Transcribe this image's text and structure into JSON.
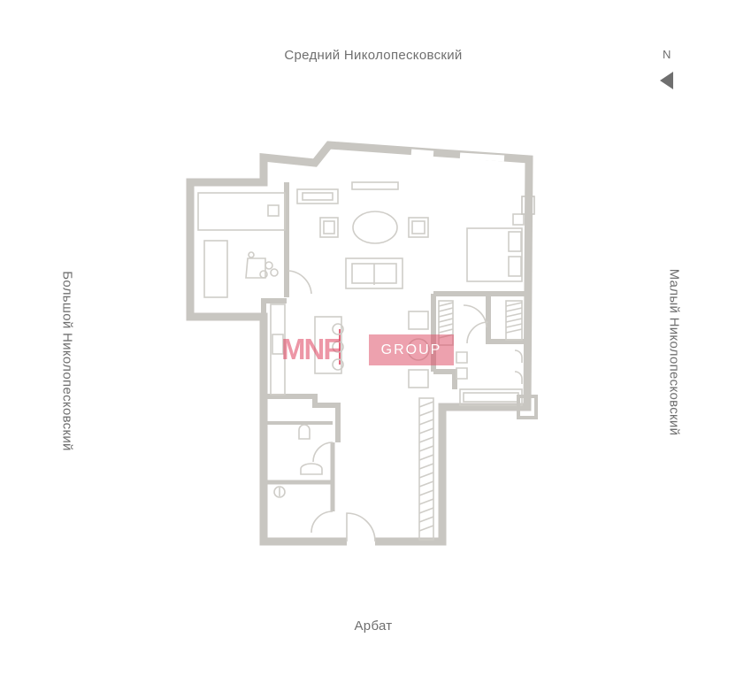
{
  "streets": {
    "top": "Средний Николопесковский",
    "bottom": "Арбат",
    "left": "Большой Николопесковский",
    "right": "Малый Николопесковский"
  },
  "compass": {
    "label": "N",
    "icon": "north-arrow-icon"
  },
  "watermark": {
    "mark": "MNF",
    "text": "GROUP",
    "color": "#de405c"
  },
  "colors": {
    "wall": "#c8c6c1",
    "furniture": "#cfcdc8",
    "text": "#6f6f6f"
  }
}
